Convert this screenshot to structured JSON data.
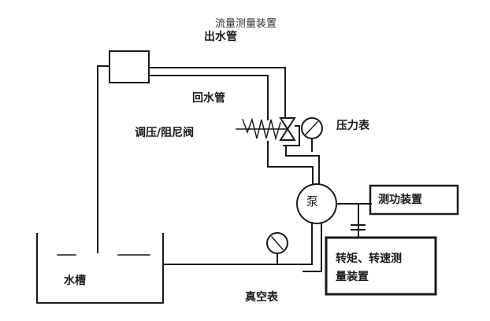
{
  "labels": {
    "title": "流量测量装置",
    "outlet_pipe": "出水管",
    "return_pipe": "回水管",
    "regulating_valve": "调压/阻尼阀",
    "pressure_gauge": "压力表",
    "pump": "泵",
    "power_measurement": "测功装置",
    "torque_speed_line1": "转矩、转速测",
    "torque_speed_line2": "量装置",
    "water_tank": "水槽",
    "vacuum_gauge": "真空表"
  },
  "colors": {
    "line": "#1a1a1a",
    "background": "#ffffff"
  }
}
